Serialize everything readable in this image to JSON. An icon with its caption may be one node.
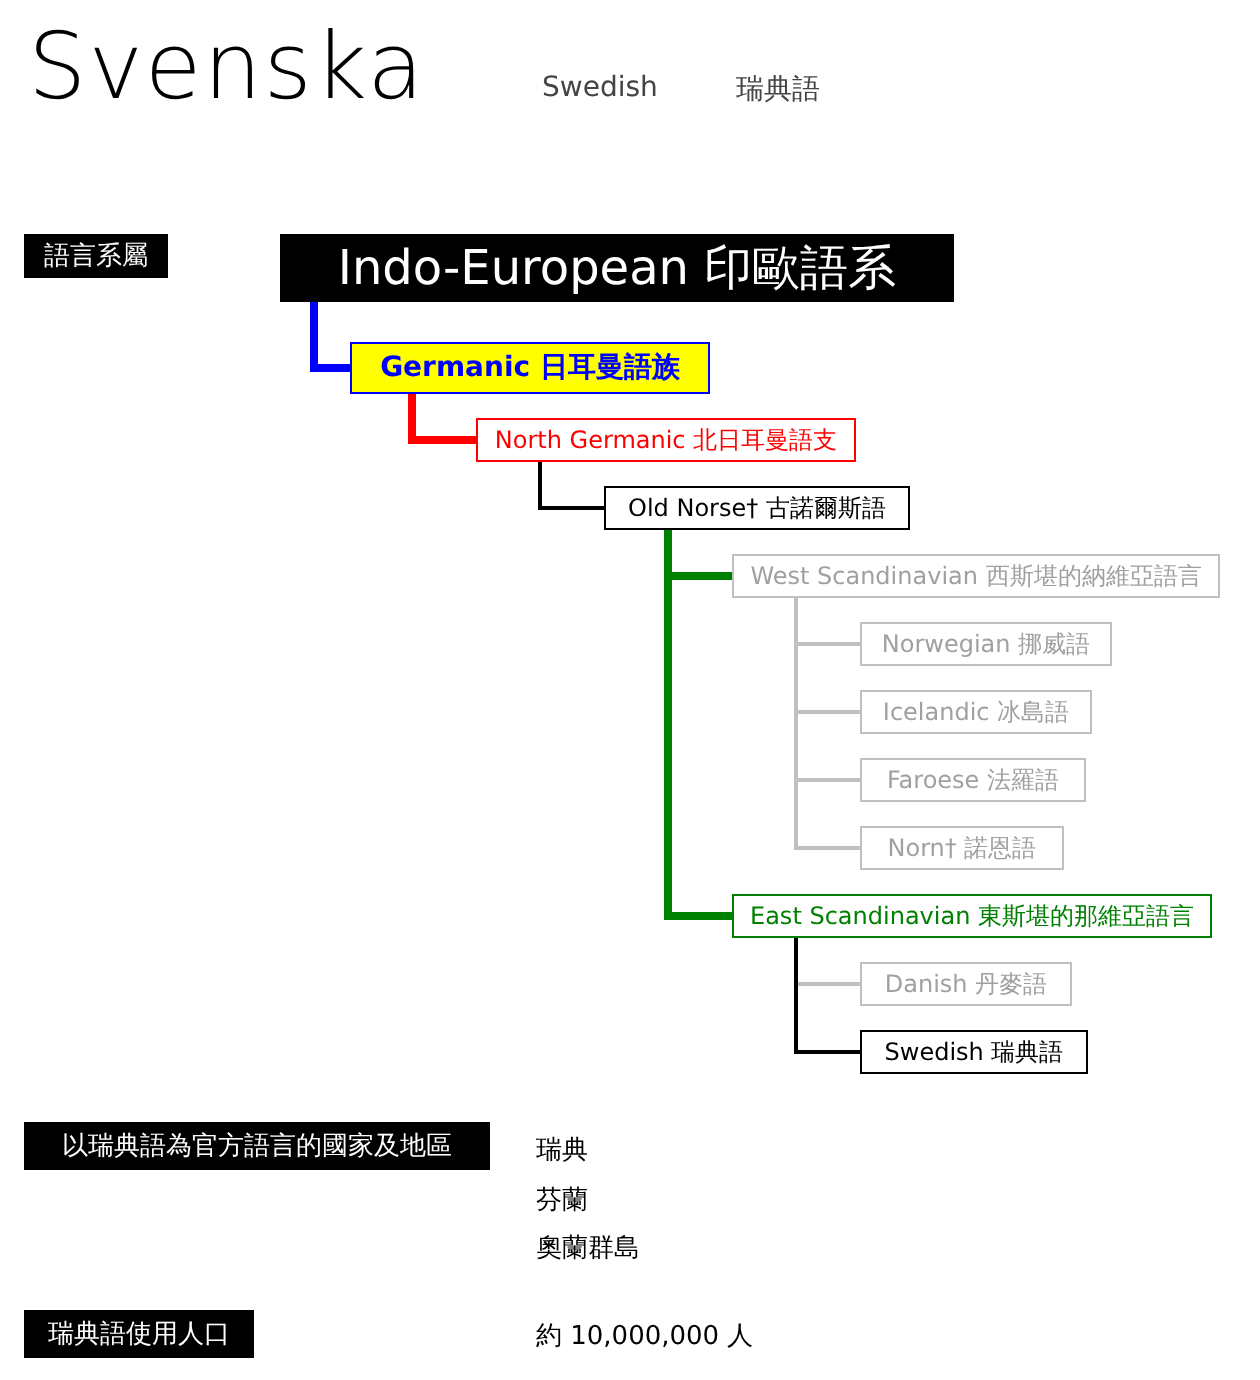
{
  "diagram": {
    "title": "Svenska",
    "nodes": [
      {
        "text": [
          "Indo-European 印歐語系"
        ]
      },
      {
        "text": [
          "Germanic 日耳曼語族"
        ]
      },
      {
        "text": [
          "North Germanic 北日耳曼語支"
        ]
      },
      {
        "text": [
          "Old Norse† 古諾爾斯語"
        ]
      },
      {
        "text": [
          "West Scandinavian 西斯堪的納維亞語言"
        ]
      },
      {
        "text": [
          "Norwegian 挪威語"
        ]
      },
      {
        "text": [
          "Icelandic 冰島語"
        ]
      },
      {
        "text": [
          "Faroese 法羅語"
        ]
      },
      {
        "text": [
          "Norn† 諾恩語"
        ]
      },
      {
        "text": [
          "East Scandinavian 東斯堪的那維亞語言"
        ]
      },
      {
        "text": [
          "Danish 丹麥語"
        ]
      },
      {
        "text": [
          "Swedish 瑞典語"
        ]
      },
      {
        "text": [
          "語言系屬"
        ]
      },
      {
        "text": [
          "以瑞典語為官方語言的國家及地區"
        ]
      },
      {
        "text": [
          "瑞典語使用人口"
        ]
      }
    ],
    "edges": [
      {
        "from": 0,
        "to": 1,
        "arrow": "none",
        "style": "thick",
        "color": "#0000ff"
      },
      {
        "from": 1,
        "to": 2,
        "arrow": "none",
        "style": "thick",
        "color": "#ff0000"
      },
      {
        "from": 2,
        "to": 3,
        "arrow": "none",
        "color": "#000000"
      },
      {
        "from": 3,
        "to": 4,
        "arrow": "none",
        "style": "thick",
        "color": "#008000"
      },
      {
        "from": 3,
        "to": 9,
        "arrow": "none",
        "style": "thick",
        "color": "#008000"
      },
      {
        "from": 4,
        "to": 5,
        "arrow": "none"
      },
      {
        "from": 4,
        "to": 6,
        "arrow": "none"
      },
      {
        "from": 4,
        "to": 7,
        "arrow": "none"
      },
      {
        "from": 4,
        "to": 8,
        "arrow": "none"
      },
      {
        "from": 9,
        "to": 10,
        "arrow": "none"
      },
      {
        "from": 9,
        "to": 11,
        "arrow": "none",
        "color": "#000000"
      }
    ],
    "labels": [
      "Swedish",
      "瑞典語",
      "瑞典",
      "芬蘭",
      "奧蘭群島",
      "約 10,000,000 人"
    ]
  }
}
